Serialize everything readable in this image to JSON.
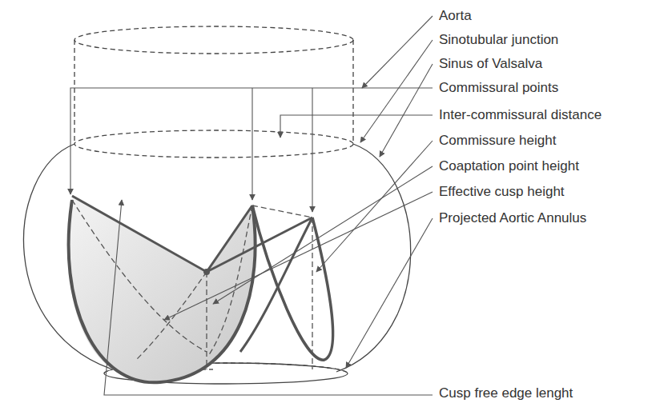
{
  "diagram": {
    "labels": [
      "Aorta",
      "Sinotubular junction",
      "Sinus of Valsalva",
      "Commissural points",
      "Inter-commissural distance",
      "Commissure height",
      "Coaptation point height",
      "Effective cusp height",
      "Projected Aortic Annulus",
      "Cusp free edge lenght"
    ]
  }
}
